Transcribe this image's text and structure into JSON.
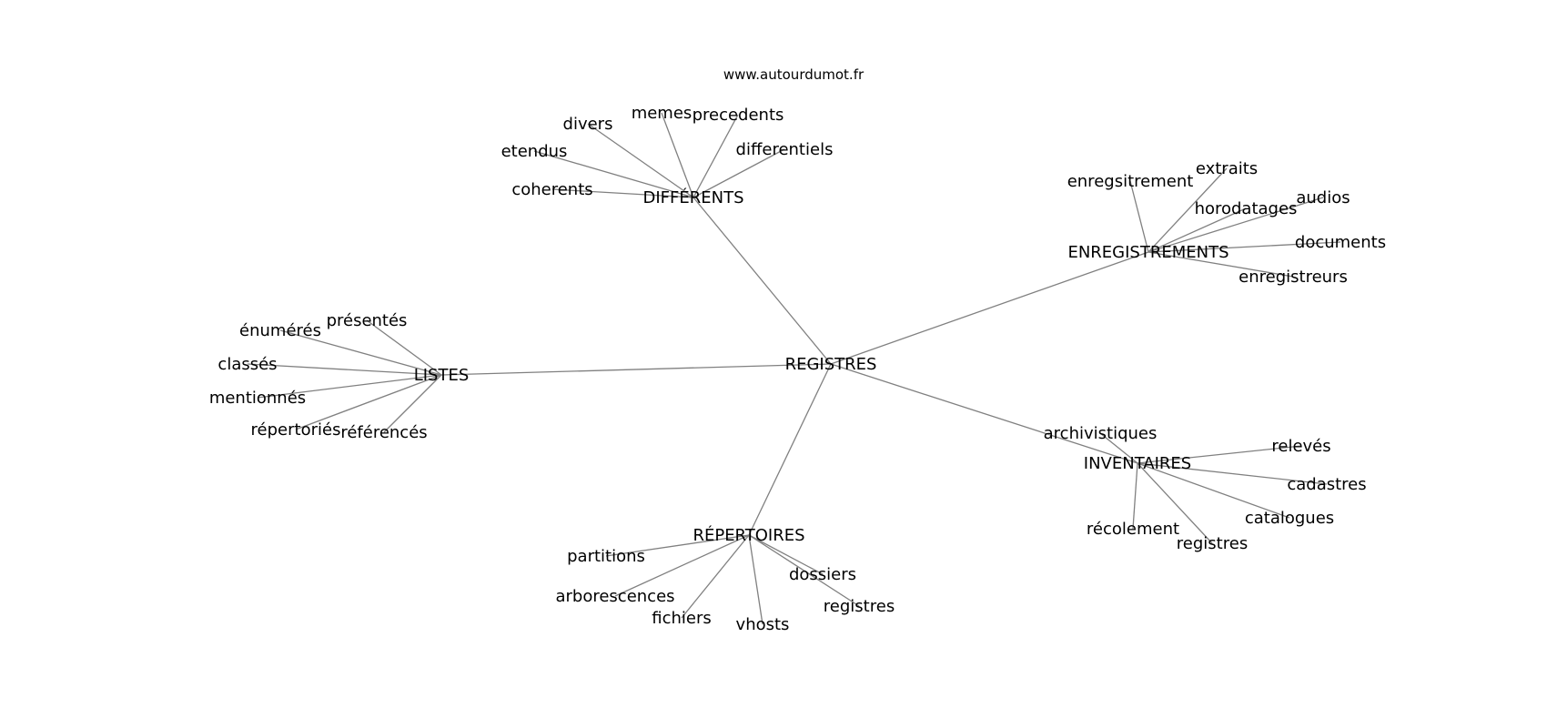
{
  "diagram": {
    "credit": "www.autourdumot.fr",
    "colors": {
      "edge": "#808080",
      "text": "#000000",
      "background": "#ffffff"
    },
    "root": "REGISTRES",
    "hubs": [
      {
        "id": "differents",
        "label": "DIFFÉRENTS",
        "leaves": [
          "divers",
          "memes",
          "precedents",
          "etendus",
          "differentiels",
          "coherents"
        ]
      },
      {
        "id": "enregistrements",
        "label": "ENREGISTREMENTS",
        "leaves": [
          "enregsitrement",
          "extraits",
          "horodatages",
          "audios",
          "documents",
          "enregistreurs"
        ]
      },
      {
        "id": "listes",
        "label": "LISTES",
        "leaves": [
          "présentés",
          "énumérés",
          "classés",
          "mentionnés",
          "répertoriés",
          "référencés"
        ]
      },
      {
        "id": "inventaires",
        "label": "INVENTAIRES",
        "leaves": [
          "archivistiques",
          "relevés",
          "cadastres",
          "catalogues",
          "récolement",
          "registres"
        ]
      },
      {
        "id": "repertoires",
        "label": "RÉPERTOIRES",
        "leaves": [
          "partitions",
          "arborescences",
          "fichiers",
          "vhosts",
          "dossiers",
          "registres"
        ]
      }
    ]
  }
}
